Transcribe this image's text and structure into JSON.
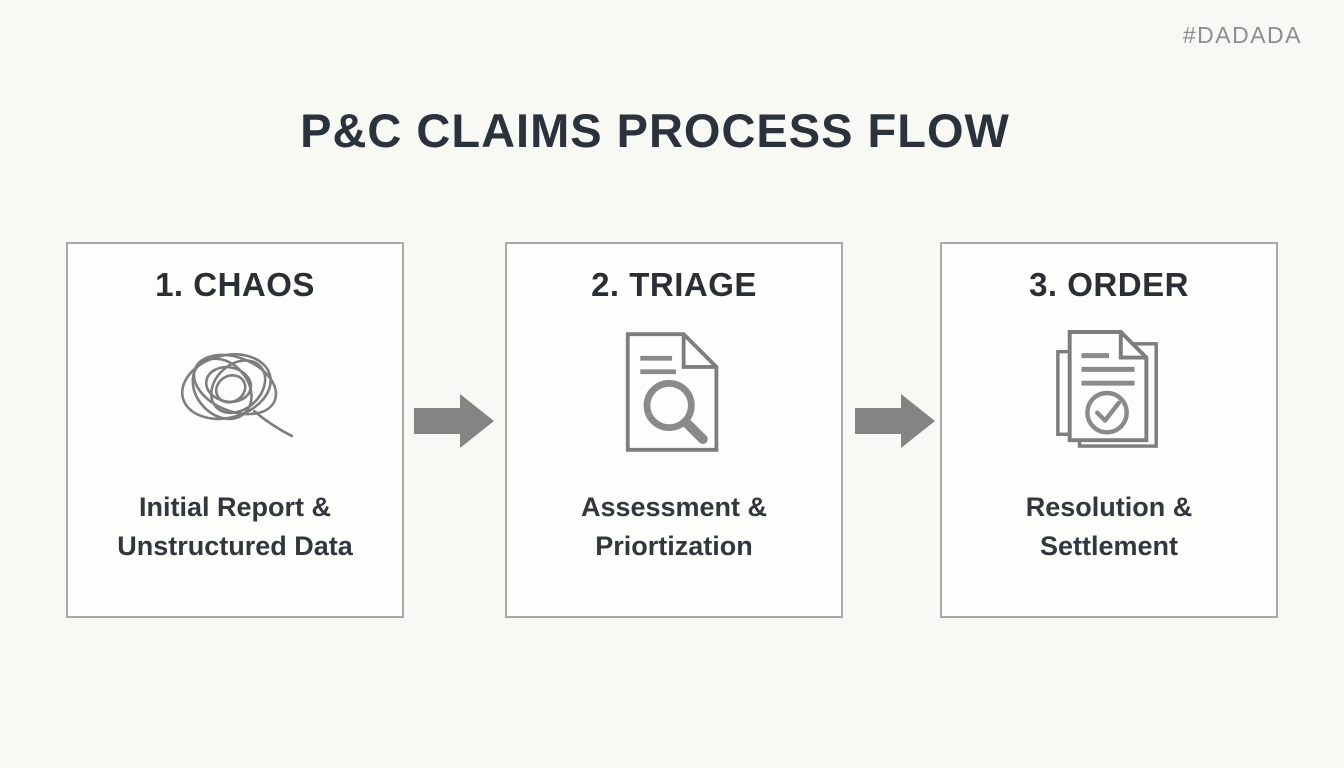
{
  "page": {
    "watermark": "#DADADA",
    "title": "P&C CLAIMS PROCESS FLOW"
  },
  "steps": [
    {
      "heading": "1. CHAOS",
      "icon": "scribble-icon",
      "caption_line1": "Initial Report &",
      "caption_line2": "Unstructured Data"
    },
    {
      "heading": "2. TRIAGE",
      "icon": "document-search-icon",
      "caption_line1": "Assessment &",
      "caption_line2": "Priortization"
    },
    {
      "heading": "3. ORDER",
      "icon": "documents-check-icon",
      "caption_line1": "Resolution &",
      "caption_line2": "Settlement"
    }
  ],
  "arrow_icon": "right-block-arrow-icon",
  "colors": {
    "page_background": "#f8f8f5",
    "card_background": "#fdfdfb",
    "card_border": "#a9a9a9",
    "title_text": "#2b323b",
    "heading_text": "#2b2f35",
    "caption_text": "#32373d",
    "watermark_text": "#8d8d8d",
    "icon_gray": "#7d7d7d",
    "icon_dark_gray": "#8a8a8a",
    "arrow_gray": "#848484"
  }
}
